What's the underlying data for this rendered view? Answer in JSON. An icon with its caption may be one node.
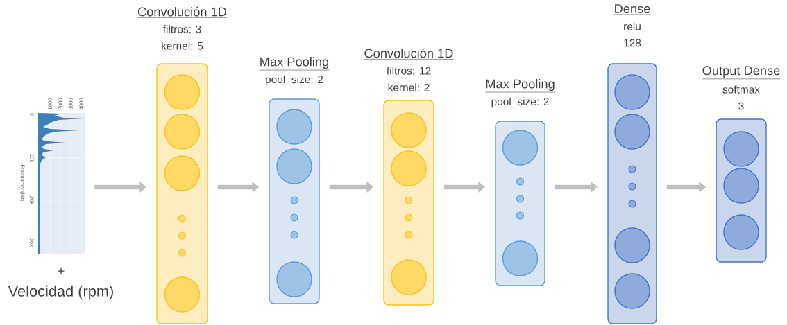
{
  "diagram": {
    "nodes": [
      {
        "text": [],
        "shape": "picture",
        "beside": [
          "1000",
          "2000",
          "3000",
          "4000",
          "0",
          "10k",
          "20k",
          "30k",
          "Frequency (Hz)",
          "+",
          "Velocidad (rpm)"
        ]
      },
      {
        "text": [
          "Convolución 1D",
          "filtros: 3",
          "kernel: 5"
        ]
      },
      {
        "text": [
          "Max Pooling",
          "pool_size: 2"
        ]
      },
      {
        "text": [
          "Convolución 1D",
          "filtros: 12",
          "kernel: 2"
        ]
      },
      {
        "text": [
          "Max Pooling",
          "pool_size: 2"
        ]
      },
      {
        "text": [
          "Dense",
          "relu",
          "128"
        ]
      },
      {
        "text": [
          "Output Dense",
          "softmax",
          "3"
        ]
      }
    ],
    "edges": [
      {
        "from": 0,
        "to": 1,
        "arrow": "to"
      },
      {
        "from": 1,
        "to": 2,
        "arrow": "to"
      },
      {
        "from": 2,
        "to": 3,
        "arrow": "to"
      },
      {
        "from": 3,
        "to": 4,
        "arrow": "to"
      },
      {
        "from": 4,
        "to": 5,
        "arrow": "to"
      },
      {
        "from": 5,
        "to": 6,
        "arrow": "to"
      }
    ]
  }
}
